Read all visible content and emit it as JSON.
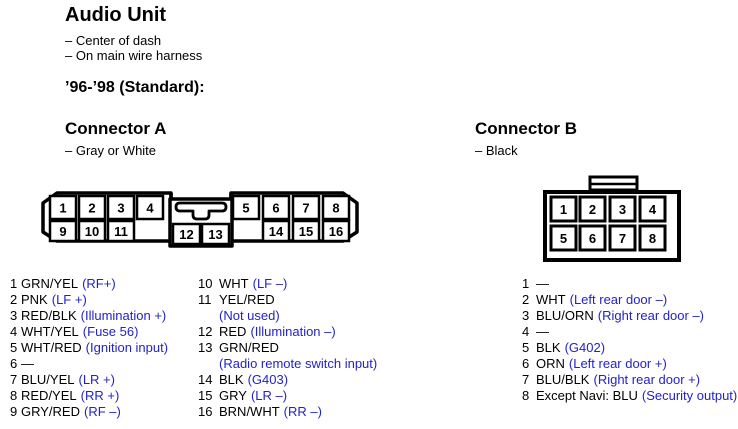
{
  "page": {
    "title": "Audio Unit",
    "notes": [
      "– Center of dash",
      "– On main wire harness"
    ],
    "variant_heading": "’96-’98 (Standard):"
  },
  "colors": {
    "function_text": "#2222cc",
    "body_text": "#000000",
    "background": "#ffffff"
  },
  "connector_a": {
    "title": "Connector A",
    "subtitle": "– Gray or White",
    "diagram_pins": {
      "top_left": [
        "1",
        "2",
        "3",
        "4"
      ],
      "top_right": [
        "5",
        "6",
        "7",
        "8"
      ],
      "bottom_left": [
        "9",
        "10",
        "11"
      ],
      "middle": [
        "12",
        "13"
      ],
      "bottom_right": [
        "14",
        "15",
        "16"
      ]
    },
    "pins_col1": [
      {
        "num": "1",
        "wire": "GRN/YEL",
        "fn": "(RF+)"
      },
      {
        "num": "2",
        "wire": "PNK",
        "fn": "(LF +)"
      },
      {
        "num": "3",
        "wire": "RED/BLK",
        "fn": "(Illumination +)"
      },
      {
        "num": "4",
        "wire": "WHT/YEL",
        "fn": "(Fuse 56)"
      },
      {
        "num": "5",
        "wire": "WHT/RED",
        "fn": "(Ignition input)"
      },
      {
        "num": "6",
        "wire": "—",
        "fn": ""
      },
      {
        "num": "7",
        "wire": "BLU/YEL",
        "fn": "(LR +)"
      },
      {
        "num": "8",
        "wire": "RED/YEL",
        "fn": "(RR +)"
      },
      {
        "num": "9",
        "wire": "GRY/RED",
        "fn": "(RF –)"
      }
    ],
    "pins_col2": [
      {
        "num": "10",
        "wire": "WHT",
        "fn": "(LF –)"
      },
      {
        "num": "11",
        "wire": "YEL/RED",
        "fn": "(Not used)"
      },
      {
        "num": "12",
        "wire": "RED",
        "fn": "(Illumination –)"
      },
      {
        "num": "13",
        "wire": "GRN/RED",
        "fn": "(Radio remote switch input)"
      },
      {
        "num": "14",
        "wire": "BLK",
        "fn": "(G403)"
      },
      {
        "num": "15",
        "wire": "GRY",
        "fn": "(LR –)"
      },
      {
        "num": "16",
        "wire": "BRN/WHT",
        "fn": "(RR –)"
      }
    ]
  },
  "connector_b": {
    "title": "Connector B",
    "subtitle": "– Black",
    "diagram_pins": {
      "top": [
        "1",
        "2",
        "3",
        "4"
      ],
      "bottom": [
        "5",
        "6",
        "7",
        "8"
      ]
    },
    "pins": [
      {
        "num": "1",
        "wire": "—",
        "fn": ""
      },
      {
        "num": "2",
        "wire": "WHT",
        "fn": "(Left rear door –)"
      },
      {
        "num": "3",
        "wire": "BLU/ORN",
        "fn": "(Right rear door –)"
      },
      {
        "num": "4",
        "wire": "—",
        "fn": ""
      },
      {
        "num": "5",
        "wire": "BLK",
        "fn": "(G402)"
      },
      {
        "num": "6",
        "wire": "ORN",
        "fn": "(Left rear door +)"
      },
      {
        "num": "7",
        "wire": "BLU/BLK",
        "fn": "(Right rear door +)"
      },
      {
        "num": "8",
        "wire": "Except Navi: BLU",
        "fn": "(Security output)"
      }
    ]
  }
}
